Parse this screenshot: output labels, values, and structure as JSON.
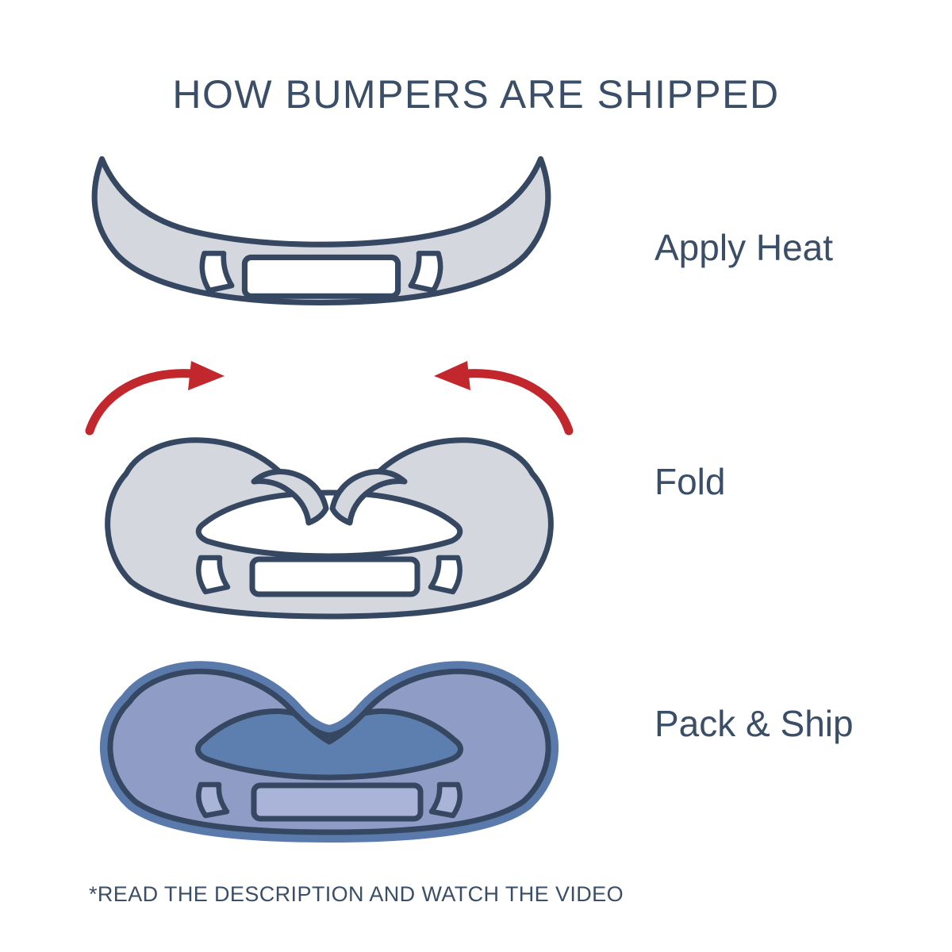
{
  "title": "HOW BUMPERS ARE SHIPPED",
  "steps": [
    {
      "label": "Apply Heat"
    },
    {
      "label": "Fold"
    },
    {
      "label": "Pack & Ship"
    }
  ],
  "footnote": "*READ THE DESCRIPTION AND WATCH THE VIDEO",
  "colors": {
    "text": "#3b4e68",
    "outline": "#364762",
    "bumper_fill": "#d4d7dd",
    "cutout_white": "#ffffff",
    "arrow_red": "#c1272d",
    "packed_halo": "#5a7aac",
    "packed_fill": "#8e9cc6",
    "packed_opening": "#5c7fb0",
    "packed_cutout": "#aab4d8"
  }
}
